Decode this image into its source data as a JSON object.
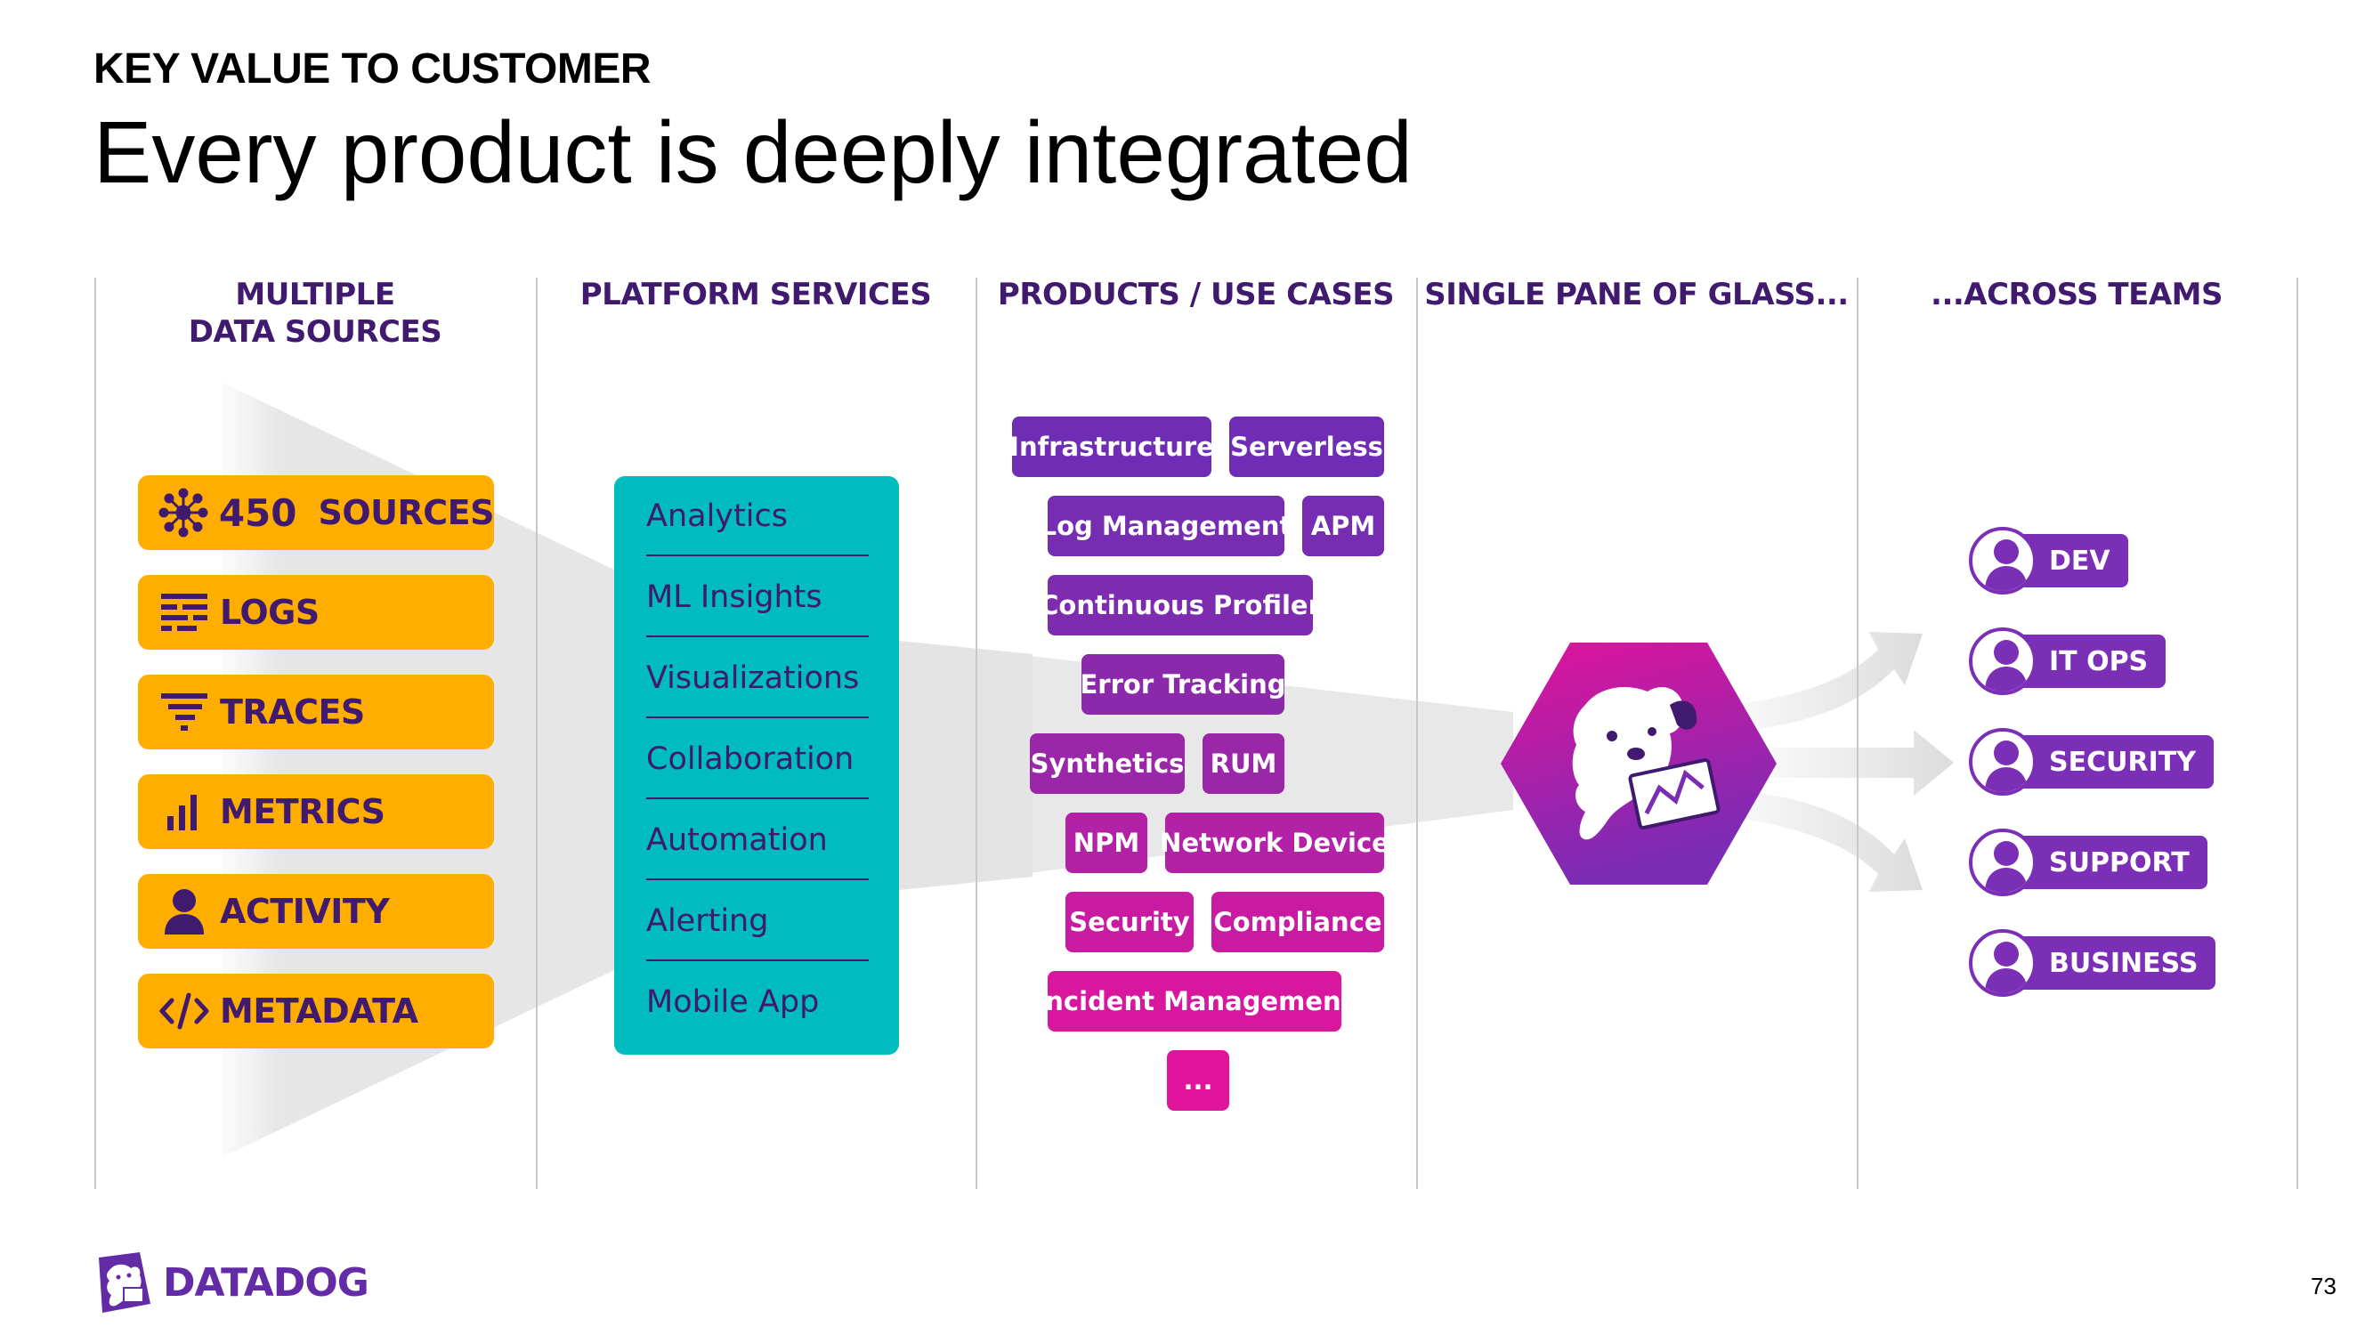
{
  "header": {
    "kicker": "KEY VALUE TO CUSTOMER",
    "title": "Every product is deeply integrated"
  },
  "columns": {
    "sources": "MULTIPLE\nDATA SOURCES",
    "platform": "PLATFORM SERVICES",
    "products": "PRODUCTS / USE CASES",
    "glass": "SINGLE PANE OF GLASS...",
    "teams": "...ACROSS TEAMS"
  },
  "sources": [
    {
      "number": "450",
      "label": "SOURCES",
      "icon": "network-icon"
    },
    {
      "label": "LOGS",
      "icon": "logs-icon"
    },
    {
      "label": "TRACES",
      "icon": "traces-icon"
    },
    {
      "label": "METRICS",
      "icon": "bar-chart-icon"
    },
    {
      "label": "ACTIVITY",
      "icon": "user-icon"
    },
    {
      "label": "METADATA",
      "icon": "code-icon"
    }
  ],
  "platform_services": [
    "Analytics",
    "ML Insights",
    "Visualizations",
    "Collaboration",
    "Automation",
    "Alerting",
    "Mobile App"
  ],
  "products": [
    "Infrastructure",
    "Serverless",
    "Log Management",
    "APM",
    "Continuous Profiler",
    "Error Tracking",
    "Synthetics",
    "RUM",
    "NPM",
    "Network Device",
    "Security",
    "Compliance",
    "Incident Management",
    "..."
  ],
  "teams": [
    "DEV",
    "IT OPS",
    "SECURITY",
    "SUPPORT",
    "BUSINESS"
  ],
  "footer": {
    "brand": "DATADOG",
    "page_number": "73"
  },
  "colors": {
    "source_orange": "#ffae00",
    "dark_purple": "#3f1a6e",
    "teal": "#00bcbe",
    "purple": "#7b2fb6",
    "magenta": "#e0139b"
  }
}
